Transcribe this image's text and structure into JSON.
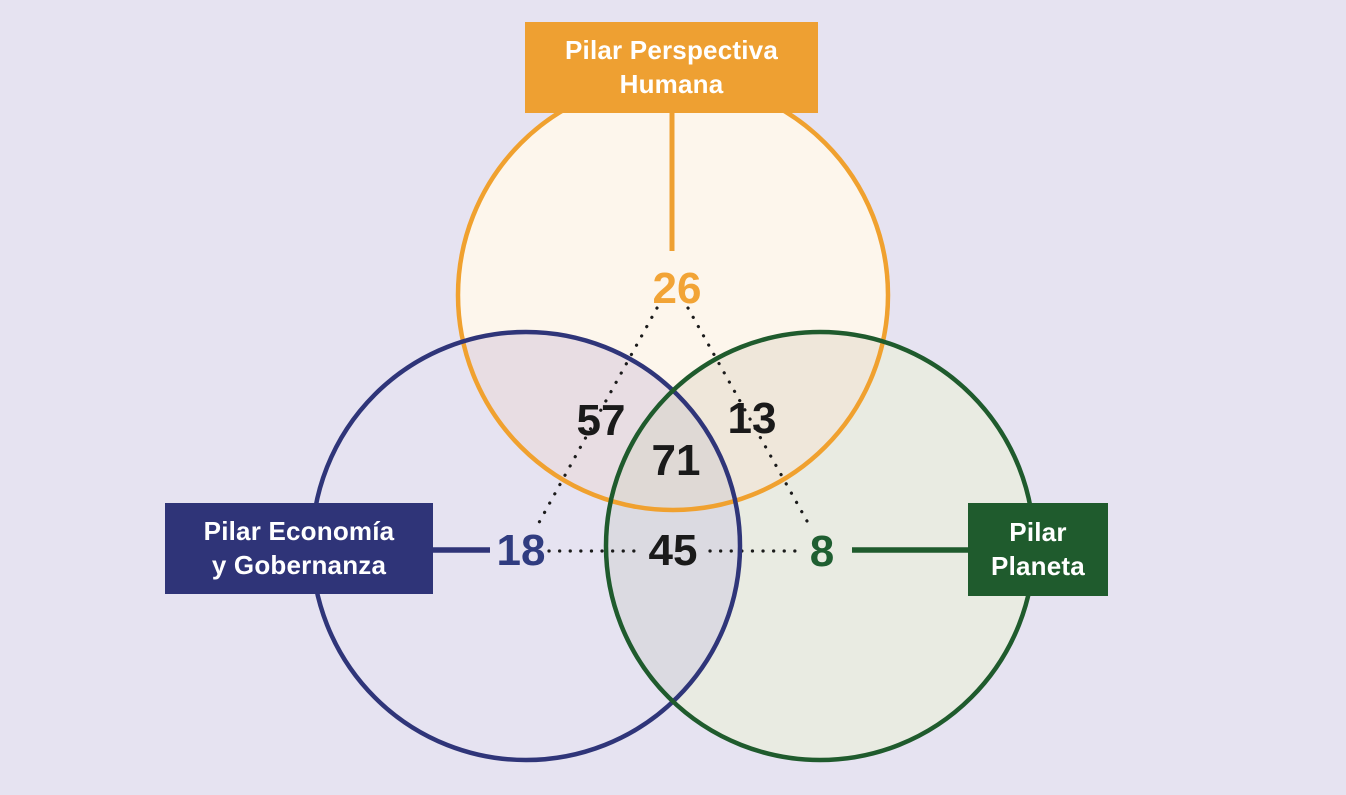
{
  "background_color": "#E6E3F1",
  "display": {
    "box_humana": "Pilar Perspectiva\nHumana",
    "box_economia": "Pilar Economía\ny Gobernanza",
    "box_planeta": "Pilar\nPlaneta",
    "n26": "26",
    "n57": "57",
    "n13": "13",
    "n71": "71",
    "n18": "18",
    "n45": "45",
    "n8": "8"
  },
  "colors": {
    "humana_accent": "#EEA032",
    "economia_accent": "#2F3478",
    "planeta_accent": "#1F5B2D",
    "number_dark": "#1A1A1A",
    "fill_humana_only": "#FDF6EC",
    "fill_planeta_only": "#E9EBE2",
    "fill_humana_economia": "#E8DDE3",
    "fill_humana_planeta": "#EFE7DA",
    "fill_economia_planeta": "#DBDAE1",
    "fill_center": "#DFD9D5"
  },
  "chart_data": {
    "type": "venn",
    "title": "",
    "sets": [
      {
        "name": "Pilar Perspectiva Humana",
        "exclusive_value": 26,
        "color": "#EEA032",
        "position": "top"
      },
      {
        "name": "Pilar Economía y Gobernanza",
        "exclusive_value": 18,
        "color": "#2F3478",
        "position": "bottom-left"
      },
      {
        "name": "Pilar Planeta",
        "exclusive_value": 8,
        "color": "#1F5B2D",
        "position": "bottom-right"
      }
    ],
    "overlaps": [
      {
        "between": [
          "Pilar Perspectiva Humana",
          "Pilar Economía y Gobernanza"
        ],
        "value": 57
      },
      {
        "between": [
          "Pilar Perspectiva Humana",
          "Pilar Planeta"
        ],
        "value": 13
      },
      {
        "between": [
          "Pilar Economía y Gobernanza",
          "Pilar Planeta"
        ],
        "value": 45
      },
      {
        "between": [
          "Pilar Perspectiva Humana",
          "Pilar Economía y Gobernanza",
          "Pilar Planeta"
        ],
        "value": 71
      }
    ],
    "legend_position": "labels-on-boxes",
    "grid": false
  }
}
